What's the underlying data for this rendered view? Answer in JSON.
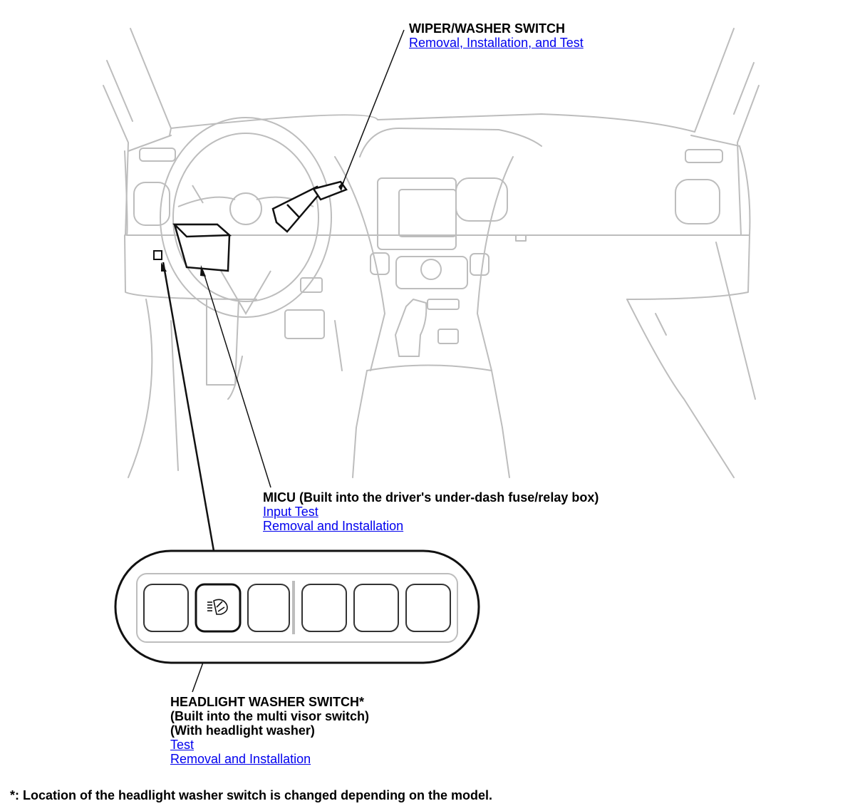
{
  "callouts": {
    "wiper": {
      "title": "WIPER/WASHER SWITCH",
      "link": "Removal, Installation, and Test"
    },
    "micu": {
      "title": "MICU (Built into the driver's under-dash fuse/relay box)",
      "link_input_test": "Input Test",
      "link_removal": "Removal and Installation"
    },
    "headlight_washer": {
      "title": "HEADLIGHT WASHER SWITCH*",
      "line2": "(Built into the multi visor switch)",
      "line3": "(With headlight washer)",
      "link_test": "Test",
      "link_removal": "Removal and Installation"
    }
  },
  "footnote": "*: Location of the headlight washer switch is changed depending on the model.",
  "colors": {
    "link": "#0000ee",
    "line_light": "#bdbdbd",
    "line_dark": "#111111"
  },
  "icons": [
    "headlight-washer-icon"
  ]
}
